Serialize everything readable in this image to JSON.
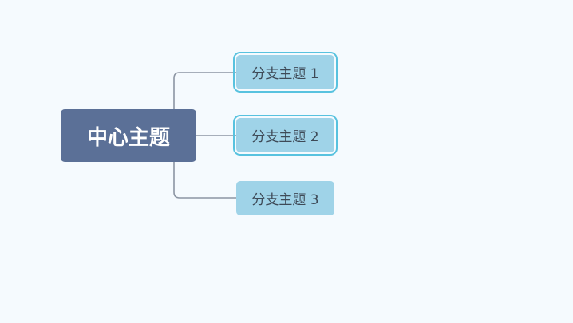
{
  "mindmap": {
    "central_topic": "中心主题",
    "branches": [
      {
        "label": "分支主题 1",
        "selected": true
      },
      {
        "label": "分支主题 2",
        "selected": true
      },
      {
        "label": "分支主题 3",
        "selected": false
      }
    ]
  },
  "colors": {
    "background": "#f5fafe",
    "central_fill": "#5b7097",
    "central_text": "#ffffff",
    "branch_fill": "#9fd3e8",
    "branch_text": "#3e4a57",
    "selection_outline": "#58c2df",
    "connector": "#8c95a3"
  }
}
